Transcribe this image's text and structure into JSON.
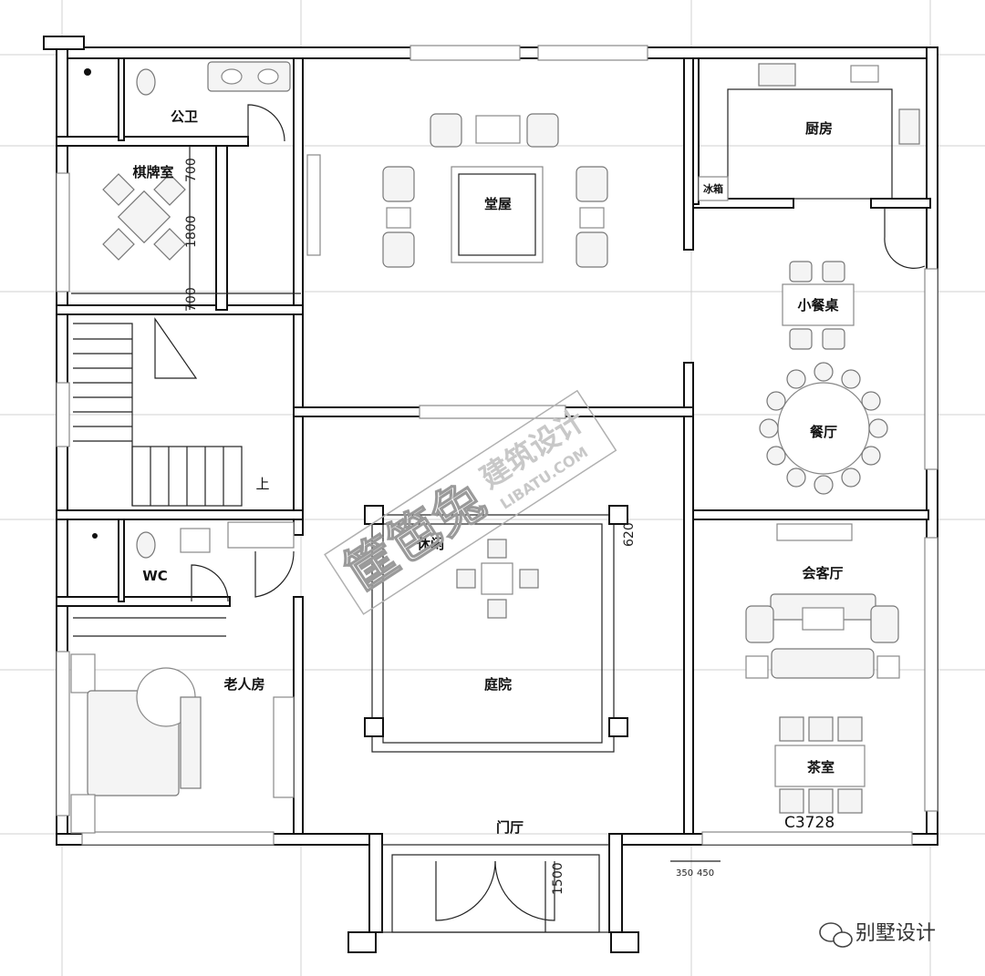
{
  "rooms": {
    "public_toilet": "公卫",
    "chess_room": "棋牌室",
    "main_hall": "堂屋",
    "kitchen": "厨房",
    "fridge": "冰箱",
    "small_dining_table": "小餐桌",
    "dining_room": "餐厅",
    "leisure": "休闲",
    "courtyard": "庭院",
    "reception_hall": "会客厅",
    "tea_room": "茶室",
    "wc": "WC",
    "elder_room": "老人房",
    "entrance_hall": "门厅",
    "stair_up": "上"
  },
  "dimensions": {
    "d700_top": "700",
    "d1800": "1800",
    "d700_bottom": "700",
    "d620": "620",
    "d1500": "1500",
    "d350": "350",
    "d450": "450"
  },
  "window_code": "C3728",
  "watermark": {
    "main": "筐笆兔",
    "sub": "建筑设计",
    "url": "LIBATU.COM"
  },
  "brand": {
    "text": "别墅设计"
  }
}
